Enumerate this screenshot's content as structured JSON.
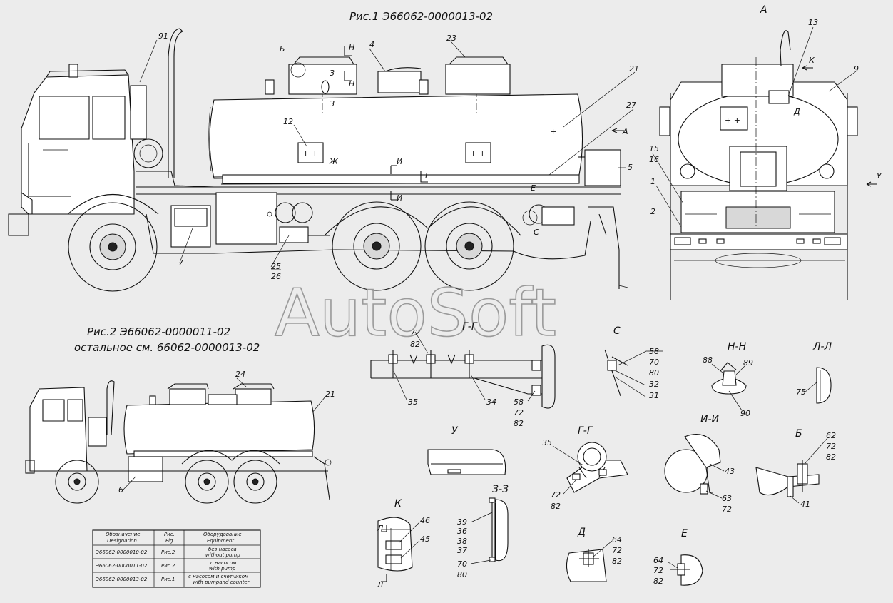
{
  "titles": {
    "fig1": "Рис.1 Э66062-0000013-02",
    "fig2": "Рис.2  Э66062-0000011-02",
    "fig2_note": "остальное см. 66062-0000013-02"
  },
  "watermark": "AutoSoft",
  "section_labels": {
    "A": "А",
    "GG1": "Г-Г",
    "S": "С",
    "NN": "Н-Н",
    "LL": "Л-Л",
    "U": "У",
    "GG2": "Г-Г",
    "II": "И-И",
    "B": "Б",
    "ZZ": "З-З",
    "K": "К",
    "D": "Д",
    "E": "Е"
  },
  "view_markers": {
    "B": "Б",
    "N1": "Н",
    "N2": "Н",
    "Z1": "З",
    "Z2": "З",
    "A_arrow": "А",
    "Zh": "Ж",
    "I1": "И",
    "I2": "И",
    "G": "Г",
    "E": "Е",
    "C": "С",
    "K": "К",
    "D": "Д",
    "U": "У",
    "L1": "Л",
    "L2": "Л"
  },
  "callouts_fig1": [
    "91",
    "4",
    "23",
    "21",
    "27",
    "12",
    "5",
    "7",
    "25",
    "26",
    "13",
    "9",
    "15",
    "16",
    "1",
    "2"
  ],
  "callouts_fig2": [
    "24",
    "21",
    "6"
  ],
  "callouts_sections": {
    "gg1": [
      "72",
      "82",
      "35",
      "34",
      "58",
      "72",
      "82"
    ],
    "s": [
      "58",
      "70",
      "80",
      "32",
      "31"
    ],
    "nn": [
      "88",
      "89",
      "90"
    ],
    "ll": [
      "75"
    ],
    "gg2": [
      "35",
      "72",
      "82"
    ],
    "ii": [
      "43",
      "63",
      "72"
    ],
    "b": [
      "62",
      "72",
      "82",
      "41"
    ],
    "zz": [
      "39",
      "36",
      "38",
      "37",
      "70",
      "80"
    ],
    "k": [
      "46",
      "45"
    ],
    "d": [
      "64",
      "72",
      "82"
    ],
    "e": [
      "64",
      "72",
      "82"
    ]
  },
  "table": {
    "headers": [
      [
        "Обозначение",
        "Designation"
      ],
      [
        "Рис.",
        "Fig"
      ],
      [
        "Оборудование",
        "Equipment"
      ]
    ],
    "rows": [
      [
        "Э66062-0000010-02",
        "Рис.2",
        "без насоса",
        "without pump"
      ],
      [
        "Э66062-0000011-02",
        "Рис.2",
        "с насосом",
        "with pump"
      ],
      [
        "Э66062-0000013-02",
        "Рис.1",
        "с насосом и счетчиком",
        "with pumpand counter"
      ]
    ]
  }
}
